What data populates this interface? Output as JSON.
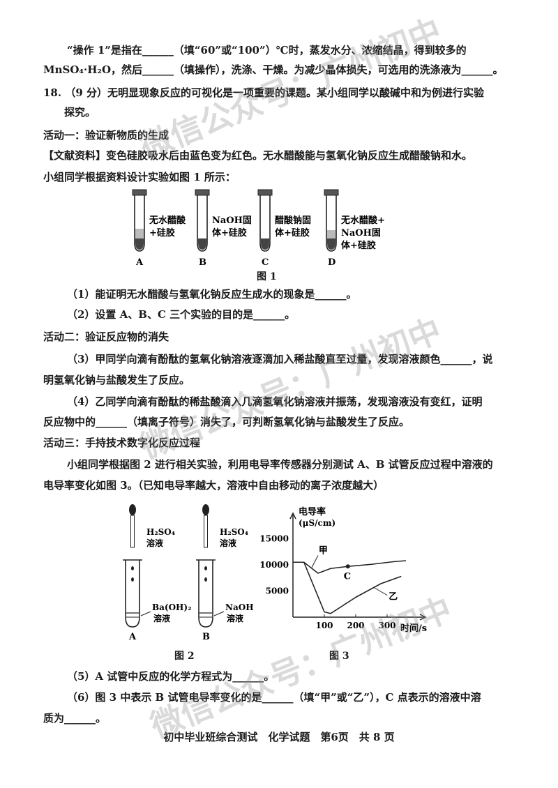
{
  "lines": {
    "l1": "“操作 1”是指在______（填“60”或“100”）℃时，蒸发水分、浓缩结晶，得到较多的",
    "l2": "MnSO₄·H₂O，然后______（填操作），洗涤、干燥。为减少晶体损失，可选用的洗涤液为______。",
    "l3": "18. （9 分）无明显现象反应的可视化是一项重要的课题。某小组同学以酸碱中和为例进行实验",
    "l4": "探究。",
    "l5": "活动一：验证新物质的生成",
    "l6": "【文献资料】变色硅胶吸水后由蓝色变为红色。无水醋酸能与氢氧化钠反应生成醋酸钠和水。",
    "l7": "小组同学根据资料设计实验如图 1 所示：",
    "q1": "（1）能证明无水醋酸与氢氧化钠反应生成水的现象是______。",
    "q2": "（2）设置 A、B、C 三个实验的目的是______。",
    "a2": "活动二：验证反应物的消失",
    "q3a": "（3）甲同学向滴有酚酞的氢氧化钠溶液逐滴加入稀盐酸直至过量，发现溶液颜色______，说",
    "q3b": "明氢氧化钠与盐酸发生了反应。",
    "q4a": "（4）乙同学向滴有酚酞的稀盐酸滴入几滴氢氧化钠溶液并振荡，发现溶液没有变红，证明",
    "q4b": "反应物中的______（填离子符号）消失了，可判断氢氧化钠与盐酸发生了反应。",
    "a3": "活动三：手持技术数字化反应过程",
    "p1": "小组同学根据图 2 进行相关实验，利用电导率传感器分别测试 A、B 试管反应过程中溶液的",
    "p2": "电导率变化如图 3。（已知电导率越大，溶液中自由移动的离子浓度越大）",
    "q5": "（5）A 试管中反应的化学方程式为______。",
    "q6a": "（6）图 3 中表示 B 试管电导率变化的是______（填“甲”或“乙”），C 点表示的溶液中溶",
    "q6b": "质为______。"
  },
  "fig1": {
    "caption": "图 1",
    "tubes": [
      {
        "letter": "A",
        "label1": "无水醋酸",
        "label2": "+硅胶",
        "label3": ""
      },
      {
        "letter": "B",
        "label1": "NaOH固",
        "label2": "体+硅胶",
        "label3": ""
      },
      {
        "letter": "C",
        "label1": "醋酸钠固",
        "label2": "体+硅胶",
        "label3": ""
      },
      {
        "letter": "D",
        "label1": "无水醋酸+",
        "label2": "NaOH固",
        "label3": "体+硅胶"
      }
    ]
  },
  "fig2": {
    "caption": "图 2",
    "a": {
      "letter": "A",
      "top1": "H₂SO₄",
      "top2": "溶液",
      "bot1": "Ba(OH)₂",
      "bot2": "溶液"
    },
    "b": {
      "letter": "B",
      "top1": "H₂SO₄",
      "top2": "溶液",
      "bot1": "NaOH",
      "bot2": "溶液"
    }
  },
  "chart_data": {
    "type": "line",
    "title": "",
    "caption": "图 3",
    "ylabel1": "电导率",
    "ylabel2": "(μS/cm)",
    "xlabel": "时间/s",
    "xlim": [
      0,
      400
    ],
    "ylim": [
      0,
      18000
    ],
    "xticks": [
      {
        "v": 100,
        "t": "100"
      },
      {
        "v": 200,
        "t": "200"
      },
      {
        "v": 300,
        "t": "300"
      }
    ],
    "yticks": [
      {
        "v": 5000,
        "t": "5000"
      },
      {
        "v": 10000,
        "t": "10000"
      },
      {
        "v": 15000,
        "t": "15000"
      }
    ],
    "series": [
      {
        "name": "甲",
        "x": [
          0,
          35,
          80,
          120,
          175,
          250,
          320,
          360
        ],
        "y": [
          10500,
          10500,
          8400,
          9300,
          9700,
          10100,
          10600,
          10800
        ]
      },
      {
        "name": "乙",
        "x": [
          0,
          35,
          100,
          120,
          200,
          280,
          345
        ],
        "y": [
          10500,
          10500,
          1000,
          700,
          3800,
          6400,
          7800
        ]
      }
    ],
    "point": {
      "name": "C",
      "x": 175,
      "y": 9700
    }
  },
  "watermarks": [
    "微信公众号：广州初中",
    "微信公众号：广州初中",
    "微信公众号：广州初中"
  ],
  "footer": "初中毕业班综合测试　化学试题　第6页　共 8 页"
}
